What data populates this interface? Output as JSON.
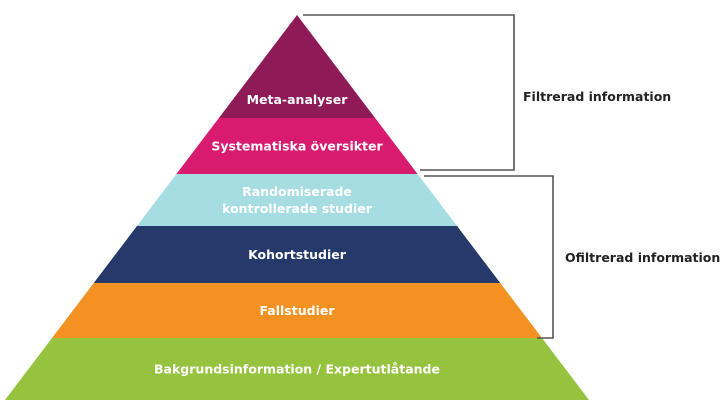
{
  "pyramid": {
    "tiers": [
      {
        "lines": [
          "Meta-analyser"
        ],
        "color": "#8e1a58"
      },
      {
        "lines": [
          "Systematiska översikter"
        ],
        "color": "#d81b6f"
      },
      {
        "lines": [
          "Randomiserade",
          "kontrollerade studier"
        ],
        "color": "#a6dde3"
      },
      {
        "lines": [
          "Kohortstudier"
        ],
        "color": "#253a6a"
      },
      {
        "lines": [
          "Fallstudier"
        ],
        "color": "#f39123"
      },
      {
        "lines": [
          "Bakgrundsinformation / Expertutlåtande"
        ],
        "color": "#95c33e"
      }
    ]
  },
  "brackets": [
    {
      "label": "Filtrerad information"
    },
    {
      "label": "Ofiltrerad information"
    }
  ]
}
